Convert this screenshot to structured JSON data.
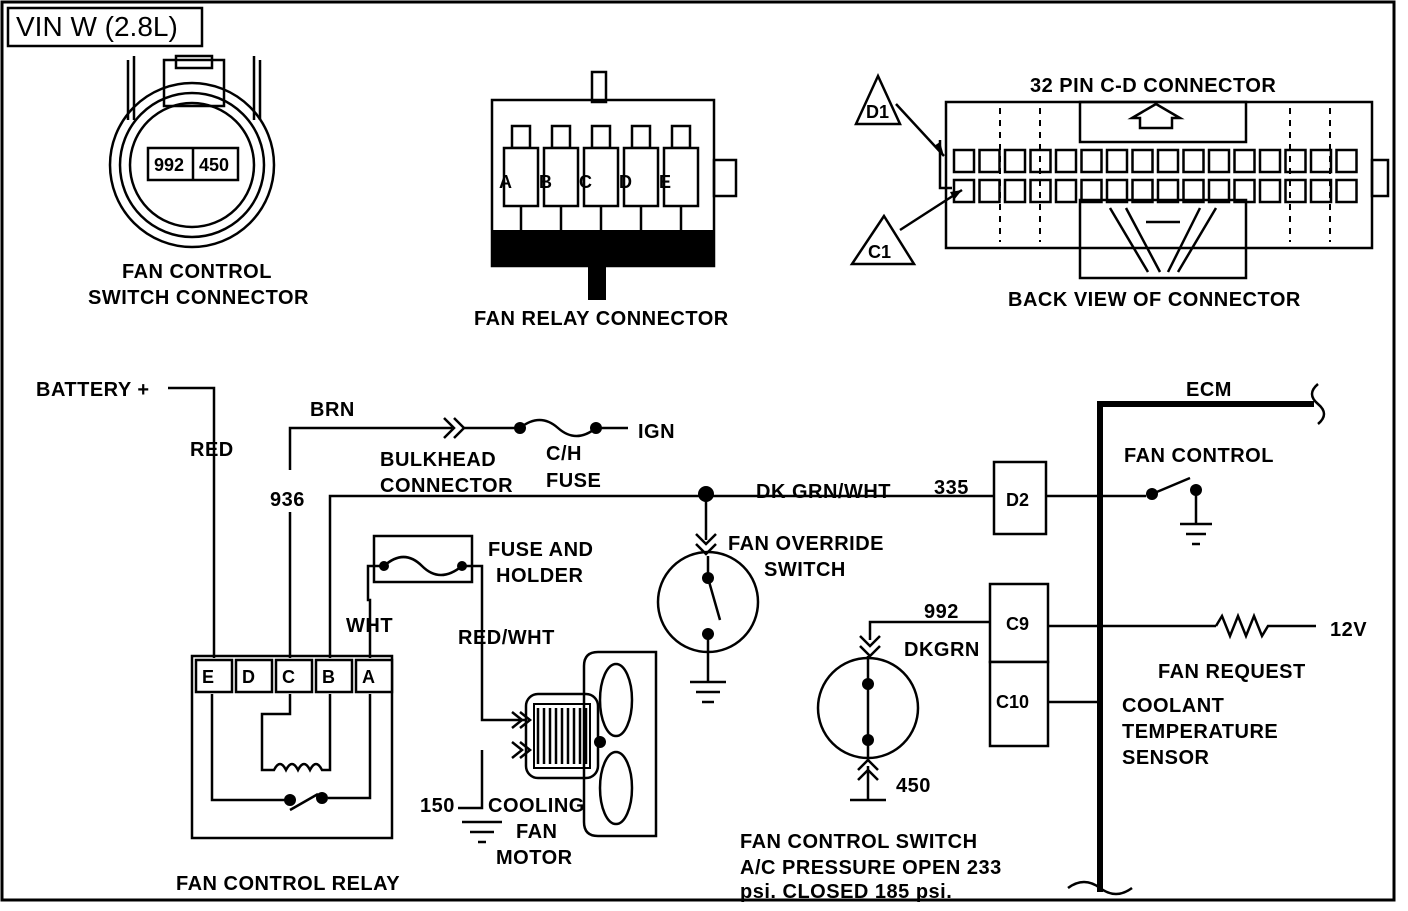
{
  "title": "VIN W (2.8L)",
  "connectors": {
    "switch": {
      "pin_left": "992",
      "pin_right": "450",
      "caption_1": "FAN CONTROL",
      "caption_2": "SWITCH CONNECTOR"
    },
    "relay": {
      "pins": [
        "A",
        "B",
        "C",
        "D",
        "E"
      ],
      "caption": "FAN RELAY CONNECTOR"
    },
    "ecm": {
      "heading": "32 PIN C-D  CONNECTOR",
      "tag_d1": "D1",
      "tag_c1": "C1",
      "caption": "BACK VIEW OF CONNECTOR"
    }
  },
  "schematic": {
    "battery": "BATTERY +",
    "wire_red": "RED",
    "wire_brn": "BRN",
    "circuit_936": "936",
    "bulkhead_1": "BULKHEAD",
    "bulkhead_2": "CONNECTOR",
    "ch_fuse_1": "C/H",
    "ch_fuse_2": "FUSE",
    "ign": "IGN",
    "wire_dkgrnwht": "DK GRN/WHT",
    "circuit_335": "335",
    "ecm": "ECM",
    "fan_control": "FAN CONTROL",
    "fuse_holder_1": "FUSE AND",
    "fuse_holder_2": "HOLDER",
    "wire_wht": "WHT",
    "wire_redwht": "RED/WHT",
    "override_1": "FAN OVERRIDE",
    "override_2": "SWITCH",
    "circuit_992": "992",
    "wire_dkgrn": "DKGRN",
    "circuit_450": "450",
    "circuit_150": "150",
    "motor_1": "COOLING",
    "motor_2": "FAN",
    "motor_3": "MOTOR",
    "relay_pins": [
      "E",
      "D",
      "C",
      "B",
      "A"
    ],
    "relay_caption": "FAN CONTROL RELAY",
    "ecm_pin_d2": "D2",
    "ecm_pin_c9": "C9",
    "ecm_pin_c10": "C10",
    "v12": "12V",
    "fan_request": "FAN REQUEST",
    "coolant_1": "COOLANT",
    "coolant_2": "TEMPERATURE",
    "coolant_3": "SENSOR",
    "switch_note_1": "FAN CONTROL SWITCH",
    "switch_note_2": "A/C PRESSURE OPEN 233",
    "switch_note_3": "psi. CLOSED 185 psi."
  }
}
